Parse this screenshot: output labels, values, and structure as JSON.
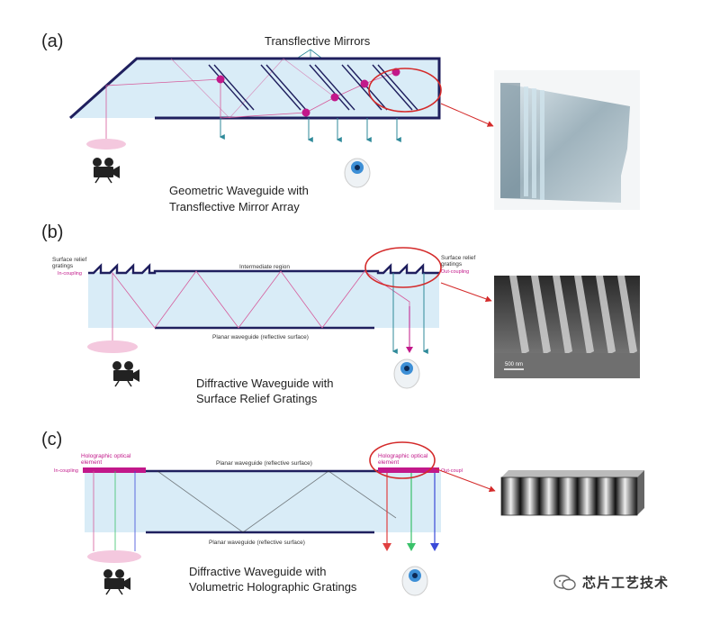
{
  "panel_a": {
    "letter": "(a)",
    "mirrors_label": "Transflective Mirrors",
    "caption_line1": "Geometric Waveguide with",
    "caption_line2": "Transflective Mirror Array"
  },
  "panel_b": {
    "letter": "(b)",
    "left_grating_line1": "Surface relief",
    "left_grating_line2": "gratings",
    "in_coupling": "In-coupling",
    "intermediate": "Intermediate region",
    "right_grating_line1": "Surface relief",
    "right_grating_line2": "gratings",
    "out_coupling": "Out-coupling",
    "planar": "Planar waveguide (reflective surface)",
    "scale_bar": "500 nm",
    "caption_line1": "Diffractive Waveguide with",
    "caption_line2": "Surface Relief Gratings"
  },
  "panel_c": {
    "letter": "(c)",
    "hoe_left_line1": "Holographic optical",
    "hoe_left_line2": "element",
    "in_coupling": "In-coupling",
    "planar_top": "Planar waveguide (reflective surface)",
    "hoe_right_line1": "Holographic optical",
    "hoe_right_line2": "element",
    "out_coupling": "Out-coupl",
    "planar_bottom": "Planar waveguide (reflective surface)",
    "caption_line1": "Diffractive Waveguide with",
    "caption_line2": "Volumetric Holographic Gratings"
  },
  "watermark": {
    "text": "芯片工艺技术",
    "icon": "wechat-icon"
  },
  "colors": {
    "waveguide_fill": "#d9ecf7",
    "frame": "#1f1f5e",
    "ray_pink": "#d65a9a",
    "mirror_dot": "#c2188a",
    "highlight": "#d42a2a",
    "arrow_teal": "#2f8a9a",
    "red_ray": "#e04040",
    "green_ray": "#3ac26a",
    "blue_ray": "#3a4ad8"
  }
}
